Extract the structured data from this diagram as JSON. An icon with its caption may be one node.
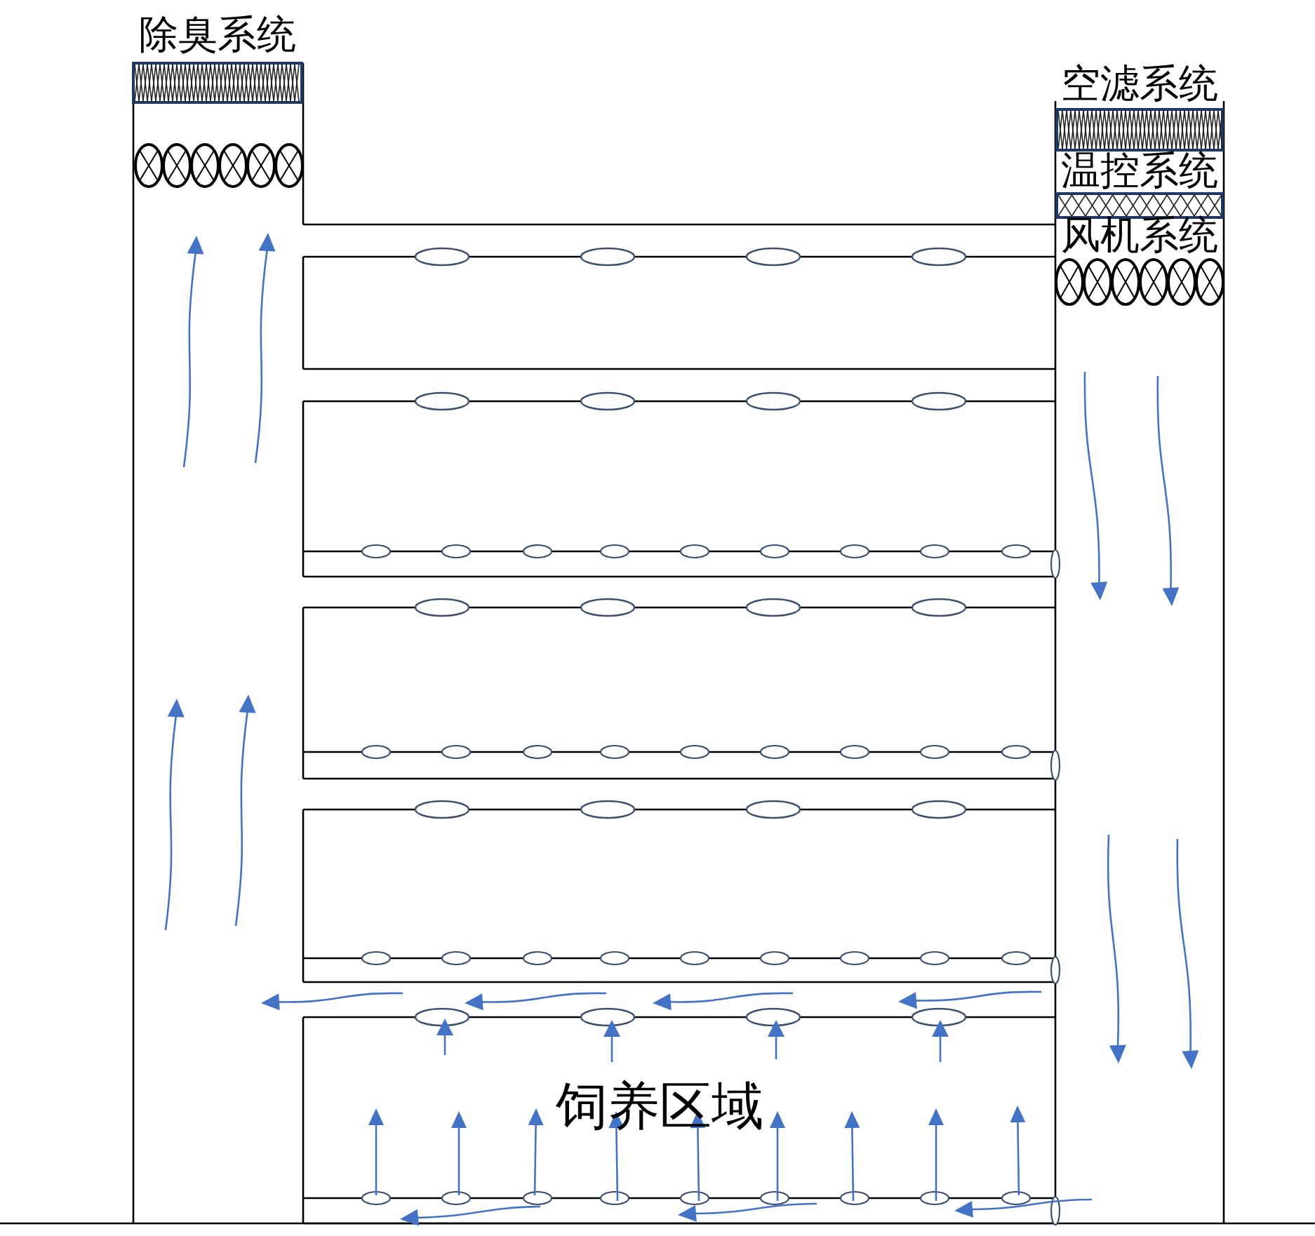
{
  "diagram": {
    "labels": [
      "除臭系统",
      "空滤系统",
      "温控系统",
      "风机系统",
      "饲养区域"
    ]
  }
}
